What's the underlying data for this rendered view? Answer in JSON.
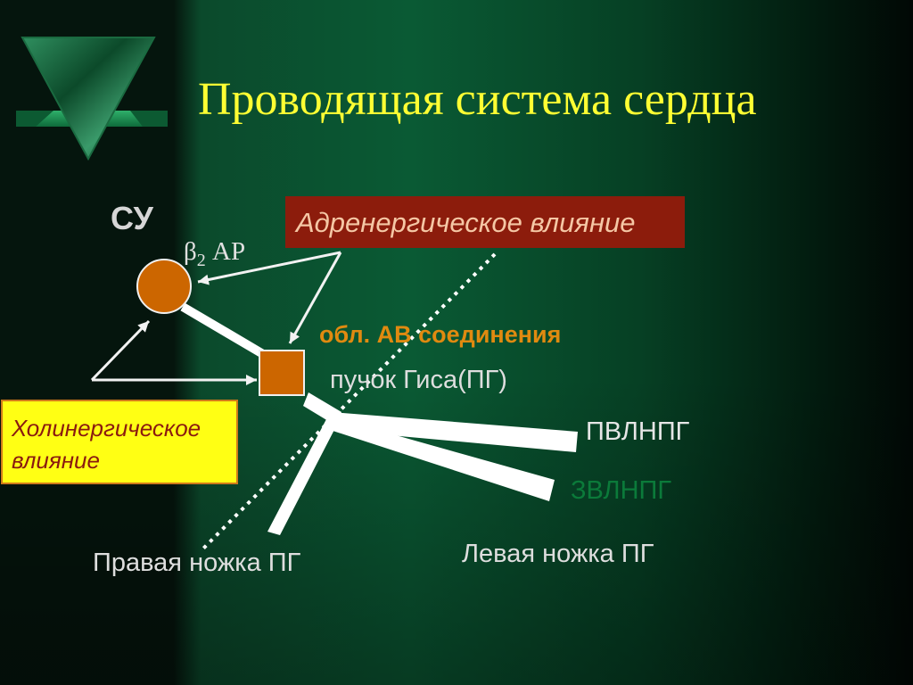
{
  "title": "Проводящая система сердца",
  "labels": {
    "su": "СУ",
    "beta_symbol": "β",
    "beta_sub": "2",
    "beta_rest": " АР",
    "av_region": "обл. АВ соединения",
    "his_bundle": "пучок Гиса(ПГ)",
    "pvlnpg": "ПВЛНПГ",
    "zvlnpg": "ЗВЛНПГ",
    "left_leg": "Левая ножка ПГ",
    "right_leg": "Правая ножка ПГ",
    "adrenergic": "Адренергическое влияние",
    "cholinergic": "Холинергическое влияние"
  },
  "colors": {
    "title": "#ffff33",
    "node_fill": "#cc6600",
    "adrenergic_box": "#8c1c0c",
    "cholinergic_box": "#ffff14",
    "zvlnpg_text": "#0b7a3a"
  }
}
